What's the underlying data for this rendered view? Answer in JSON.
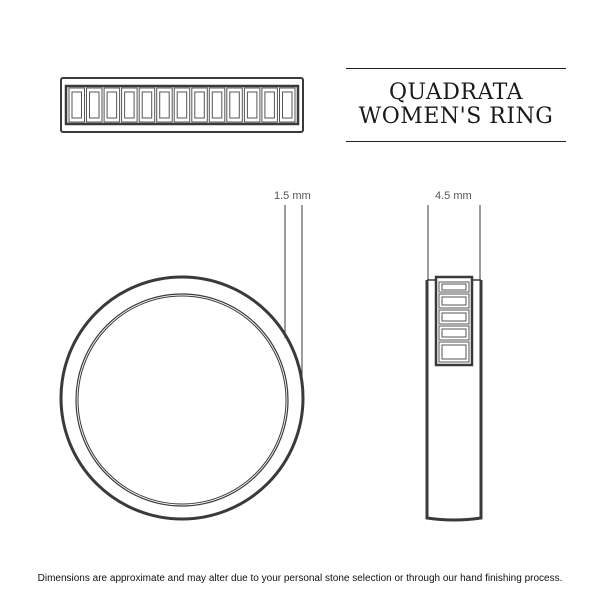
{
  "title": {
    "line1": "QUADRATA",
    "line2": "WOMEN'S RING"
  },
  "dimensions": {
    "band_thickness_label": "1.5 mm",
    "band_width_label": "4.5 mm"
  },
  "views": {
    "top_view": {
      "stone_count": 13,
      "stone_style": "baguette"
    },
    "front_view": {
      "shape": "circle"
    },
    "side_view": {
      "visible_stone_count": 5
    }
  },
  "colors": {
    "line": "#3a3a3a",
    "text": "#111111",
    "dim_text": "#555555"
  },
  "footer": {
    "disclaimer": "Dimensions are approximate and may alter due to your personal stone selection or through our hand finishing process."
  }
}
